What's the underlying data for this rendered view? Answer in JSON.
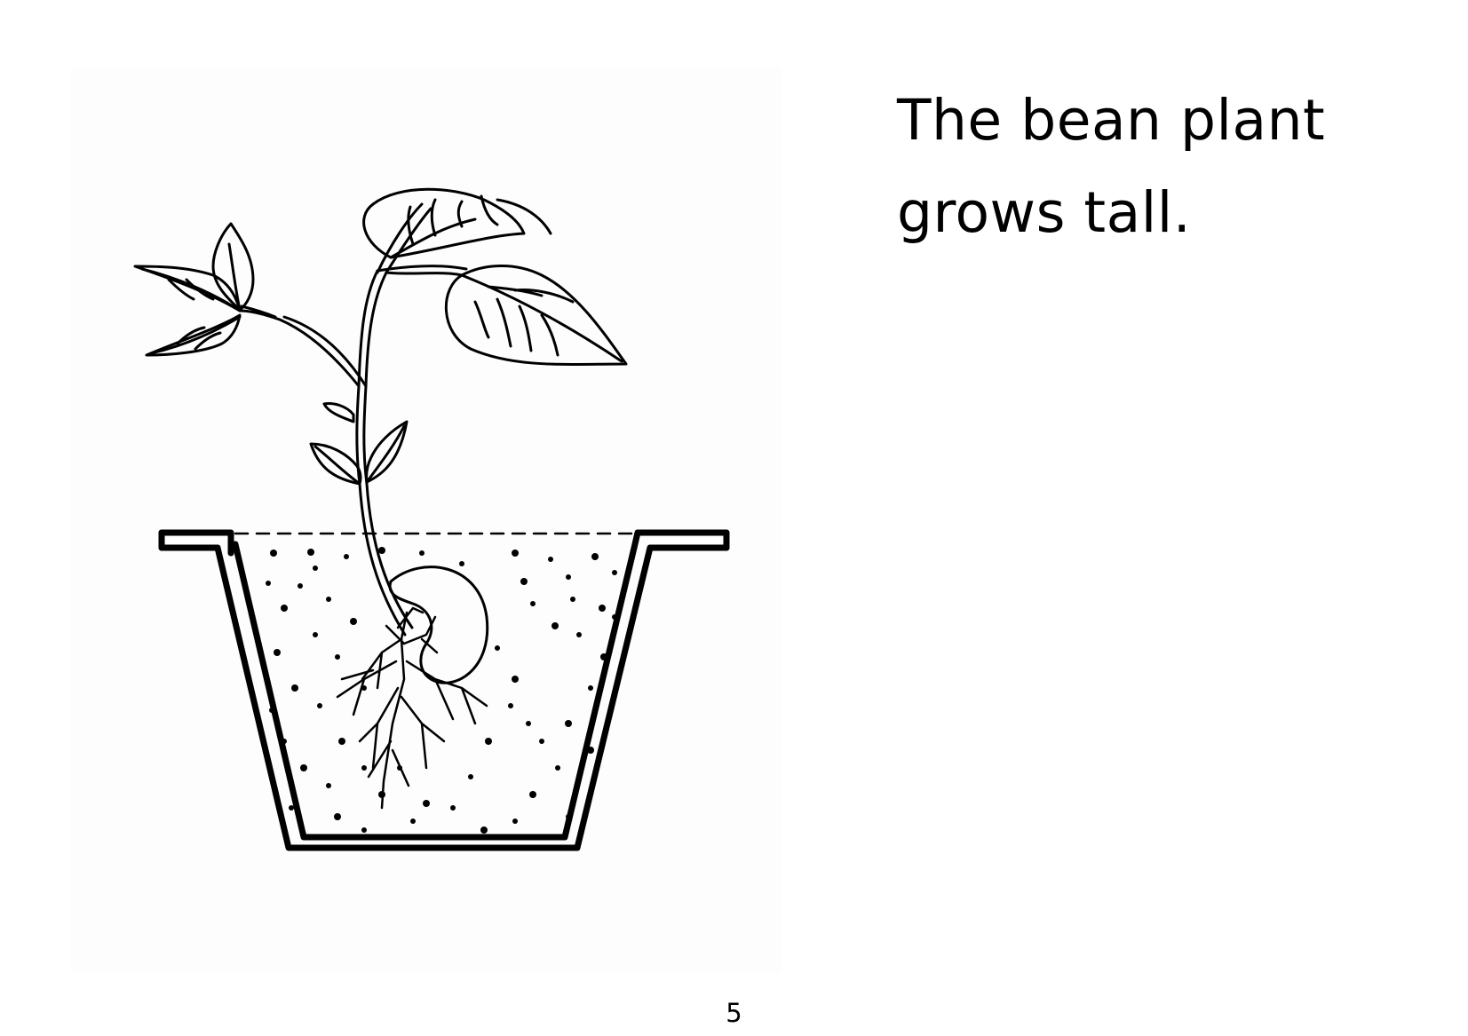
{
  "story": {
    "line1": "The bean plant",
    "line2": "grows tall."
  },
  "page_number": "5",
  "colors": {
    "ink": "#000000",
    "paper": "#ffffff"
  },
  "illustration": {
    "subject": "bean-plant-in-pot"
  }
}
